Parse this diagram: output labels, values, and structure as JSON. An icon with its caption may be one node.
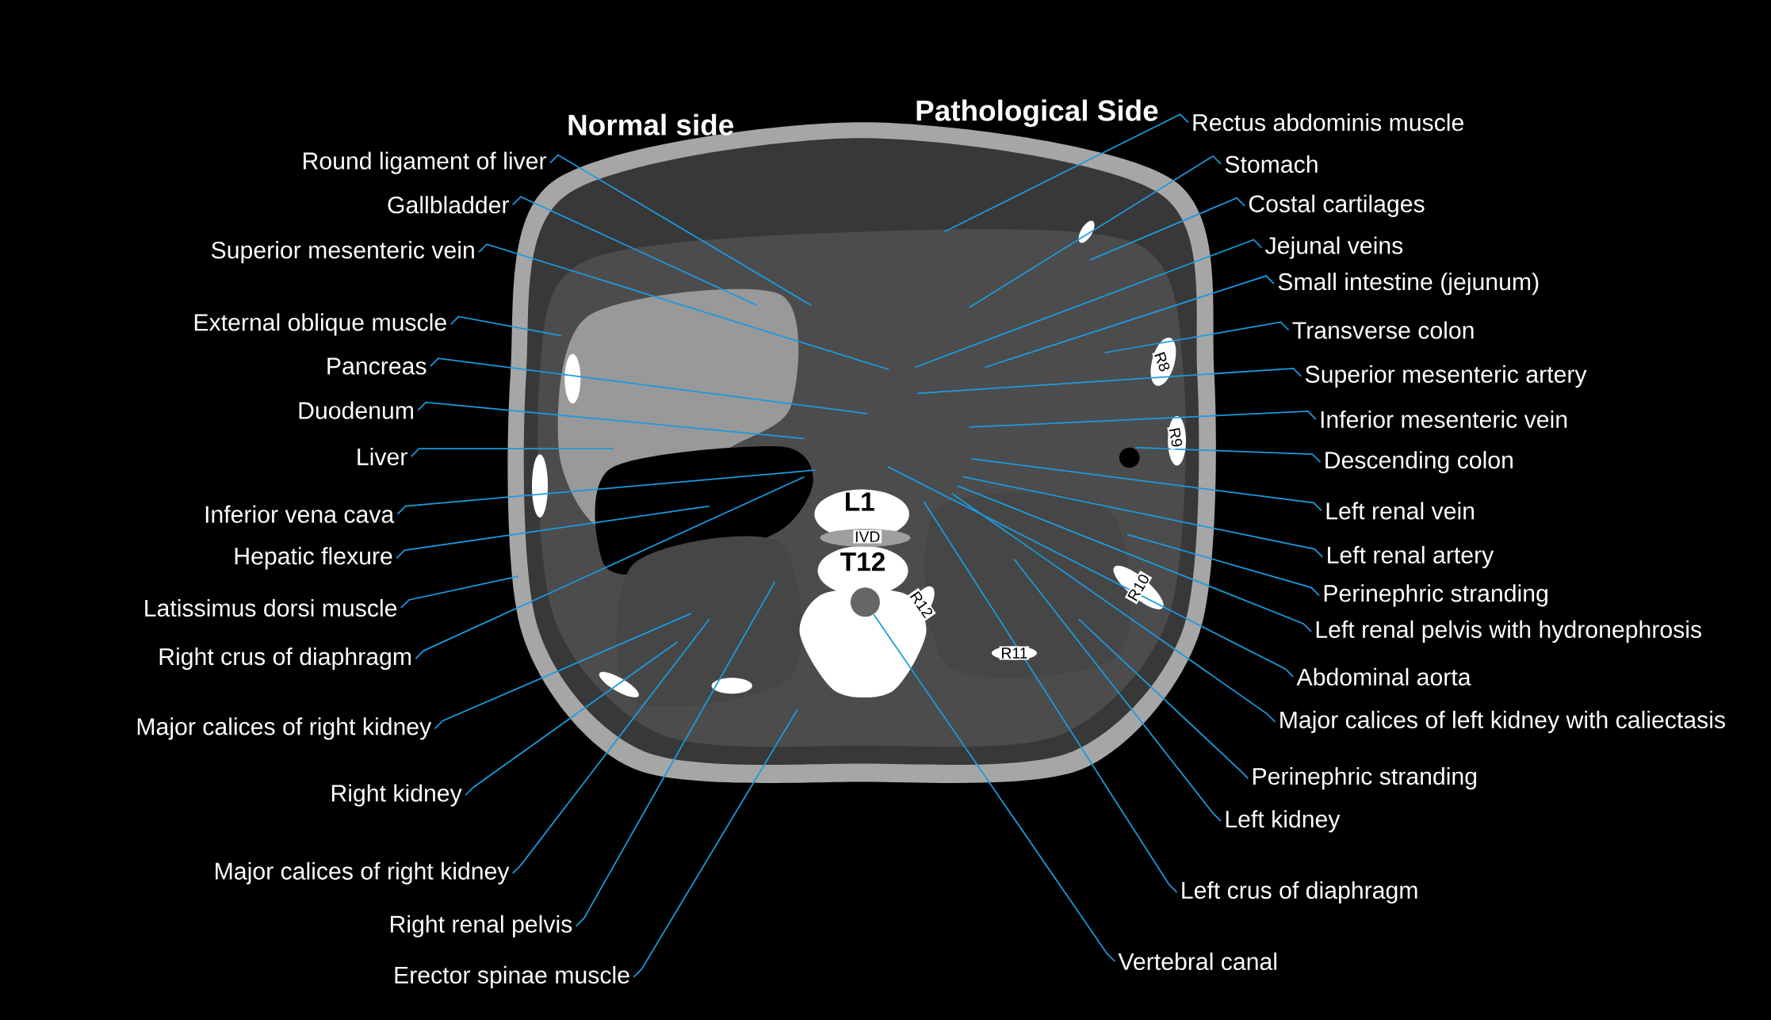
{
  "diagram": {
    "nodes": [
      {
        "text": [
          "Round ligament of liver"
        ]
      },
      {
        "text": [
          "Gallbladder"
        ]
      },
      {
        "text": [
          "Superior mesenteric vein"
        ]
      },
      {
        "text": [
          "External oblique muscle"
        ]
      },
      {
        "text": [
          "Pancreas"
        ]
      },
      {
        "text": [
          "Duodenum"
        ]
      },
      {
        "text": [
          "Liver"
        ]
      },
      {
        "text": [
          "Inferior vena cava"
        ]
      },
      {
        "text": [
          "Hepatic flexure"
        ]
      },
      {
        "text": [
          "Latissimus dorsi muscle"
        ]
      },
      {
        "text": [
          "Right crus of diaphragm"
        ]
      },
      {
        "text": [
          "Major calices of right kidney"
        ]
      },
      {
        "text": [
          "Right kidney"
        ]
      },
      {
        "text": [
          "Major calices of right kidney"
        ]
      },
      {
        "text": [
          "Right renal pelvis"
        ]
      },
      {
        "text": [
          "Erector spinae muscle"
        ]
      },
      {
        "text": [
          "Rectus abdominis muscle"
        ]
      },
      {
        "text": [
          "Stomach"
        ]
      },
      {
        "text": [
          "Costal cartilages"
        ]
      },
      {
        "text": [
          "Jejunal veins"
        ]
      },
      {
        "text": [
          "Small intestine (jejunum)"
        ]
      },
      {
        "text": [
          "Transverse colon"
        ]
      },
      {
        "text": [
          "Superior mesenteric artery"
        ]
      },
      {
        "text": [
          "Inferior mesenteric vein"
        ]
      },
      {
        "text": [
          "Descending colon"
        ]
      },
      {
        "text": [
          "Left renal vein"
        ]
      },
      {
        "text": [
          "Left renal artery"
        ]
      },
      {
        "text": [
          "Perinephric stranding"
        ]
      },
      {
        "text": [
          "Left renal pelvis with hydronephrosis"
        ]
      },
      {
        "text": [
          "Abdominal aorta"
        ]
      },
      {
        "text": [
          "Major calices of left kidney with caliectasis"
        ]
      },
      {
        "text": [
          "Perinephric stranding"
        ]
      },
      {
        "text": [
          "Left kidney"
        ]
      },
      {
        "text": [
          "Left crus of diaphragm"
        ]
      },
      {
        "text": [
          "Vertebral canal"
        ]
      },
      {
        "text": [],
        "shape": "circle"
      }
    ],
    "edges": [
      {
        "from": 0,
        "to": null,
        "arrow": "none"
      },
      {
        "from": 1,
        "to": null,
        "arrow": "none"
      },
      {
        "from": 2,
        "to": null,
        "arrow": "none"
      },
      {
        "from": 3,
        "to": null,
        "arrow": "none"
      },
      {
        "from": 4,
        "to": null,
        "arrow": "none"
      },
      {
        "from": 5,
        "to": null,
        "arrow": "none"
      },
      {
        "from": 6,
        "to": null,
        "arrow": "none"
      },
      {
        "from": 7,
        "to": null,
        "arrow": "none"
      },
      {
        "from": 8,
        "to": null,
        "arrow": "none"
      },
      {
        "from": 9,
        "to": null,
        "arrow": "none"
      },
      {
        "from": 10,
        "to": null,
        "arrow": "none"
      },
      {
        "from": 11,
        "to": null,
        "arrow": "none"
      },
      {
        "from": 12,
        "to": null,
        "arrow": "none"
      },
      {
        "from": 13,
        "to": null,
        "arrow": "none"
      },
      {
        "from": 14,
        "to": null,
        "arrow": "none"
      },
      {
        "from": 15,
        "to": null,
        "arrow": "none"
      },
      {
        "from": 16,
        "to": null,
        "arrow": "none"
      },
      {
        "from": 17,
        "to": null,
        "arrow": "none"
      },
      {
        "from": 18,
        "to": null,
        "arrow": "none"
      },
      {
        "from": 19,
        "to": null,
        "arrow": "none"
      },
      {
        "from": 20,
        "to": null,
        "arrow": "none"
      },
      {
        "from": 21,
        "to": null,
        "arrow": "none"
      },
      {
        "from": 22,
        "to": null,
        "arrow": "none"
      },
      {
        "from": 23,
        "to": null,
        "arrow": "none"
      },
      {
        "from": 24,
        "to": null,
        "arrow": "none"
      },
      {
        "from": 25,
        "to": null,
        "arrow": "none"
      },
      {
        "from": 26,
        "to": null,
        "arrow": "none"
      },
      {
        "from": 27,
        "to": null,
        "arrow": "none"
      },
      {
        "from": 28,
        "to": null,
        "arrow": "none"
      },
      {
        "from": 29,
        "to": null,
        "arrow": "none"
      },
      {
        "from": 30,
        "to": null,
        "arrow": "none"
      },
      {
        "from": 31,
        "to": null,
        "arrow": "none"
      },
      {
        "from": 32,
        "to": null,
        "arrow": "none"
      },
      {
        "from": 33,
        "to": null,
        "arrow": "none"
      },
      {
        "from": 34,
        "to": 35,
        "arrow": "none"
      }
    ],
    "labels": [
      "Normal side",
      "Pathological Side",
      "R8",
      "R9",
      "L1",
      "IVD",
      "T12",
      "R10",
      "R12",
      "R11"
    ]
  }
}
